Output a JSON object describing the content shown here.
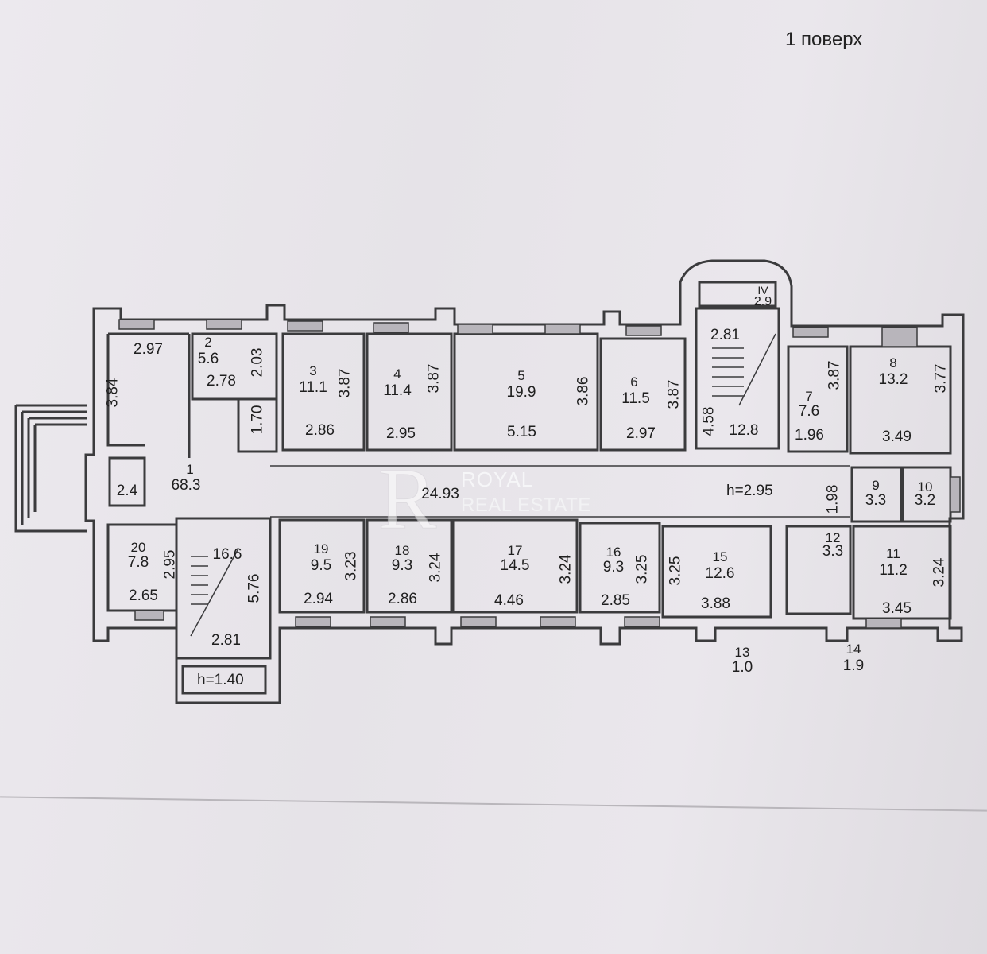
{
  "page": {
    "title": "1 поверх",
    "watermark_brand": "ROYAL",
    "watermark_sub": "REAL ESTATE"
  },
  "rooms": [
    {
      "id": "1",
      "num": "1",
      "area": "68.3"
    },
    {
      "id": "2",
      "num": "2",
      "area": "5.6"
    },
    {
      "id": "3",
      "num": "3",
      "area": "11.1"
    },
    {
      "id": "4",
      "num": "4",
      "area": "11.4"
    },
    {
      "id": "5",
      "num": "5",
      "area": "19.9"
    },
    {
      "id": "6",
      "num": "6",
      "area": "11.5"
    },
    {
      "id": "7",
      "num": "7",
      "area": "7.6"
    },
    {
      "id": "8",
      "num": "8",
      "area": "13.2"
    },
    {
      "id": "9",
      "num": "9",
      "area": "3.3"
    },
    {
      "id": "10",
      "num": "10",
      "area": "3.2"
    },
    {
      "id": "11",
      "num": "11",
      "area": "11.2"
    },
    {
      "id": "12",
      "num": "12",
      "area": "3.3"
    },
    {
      "id": "13",
      "num": "13",
      "area": "1.0"
    },
    {
      "id": "14",
      "num": "14",
      "area": "1.9"
    },
    {
      "id": "15",
      "num": "15",
      "area": "12.6"
    },
    {
      "id": "16",
      "num": "16",
      "area": "9.3"
    },
    {
      "id": "17",
      "num": "17",
      "area": "14.5"
    },
    {
      "id": "18",
      "num": "18",
      "area": "9.3"
    },
    {
      "id": "19",
      "num": "19",
      "area": "9.5"
    },
    {
      "id": "20",
      "num": "20",
      "area": "7.8"
    },
    {
      "id": "IV",
      "num": "IV",
      "area": "2.9"
    }
  ],
  "extra_areas": {
    "corridor": "24.93",
    "small_box": "2.4",
    "stair_left": "16.6",
    "stair_right": "12.8"
  },
  "dims": {
    "d1": "2.97",
    "d2": "3.84",
    "d3": "2.78",
    "d4": "2.03",
    "d5": "1.70",
    "d6": "3.87",
    "d7": "2.86",
    "d8": "3.87",
    "d9": "2.95",
    "d10": "3.86",
    "d11": "5.15",
    "d12": "3.87",
    "d13": "2.97",
    "d14": "2.81",
    "d15": "4.58",
    "d16": "3.87",
    "d17": "1.96",
    "d18": "3.77",
    "d19": "3.49",
    "d20": "1.98",
    "d21": "3.24",
    "d22": "3.45",
    "d23": "3.25",
    "d24": "3.88",
    "d25": "3.25",
    "d26": "2.85",
    "d27": "3.24",
    "d28": "4.46",
    "d29": "3.24",
    "d30": "2.86",
    "d31": "3.23",
    "d32": "2.94",
    "d33": "5.76",
    "d34": "2.81",
    "d35": "2.95",
    "d36": "2.65"
  },
  "heights": {
    "main": "h=2.95",
    "stair": "h=1.40"
  }
}
